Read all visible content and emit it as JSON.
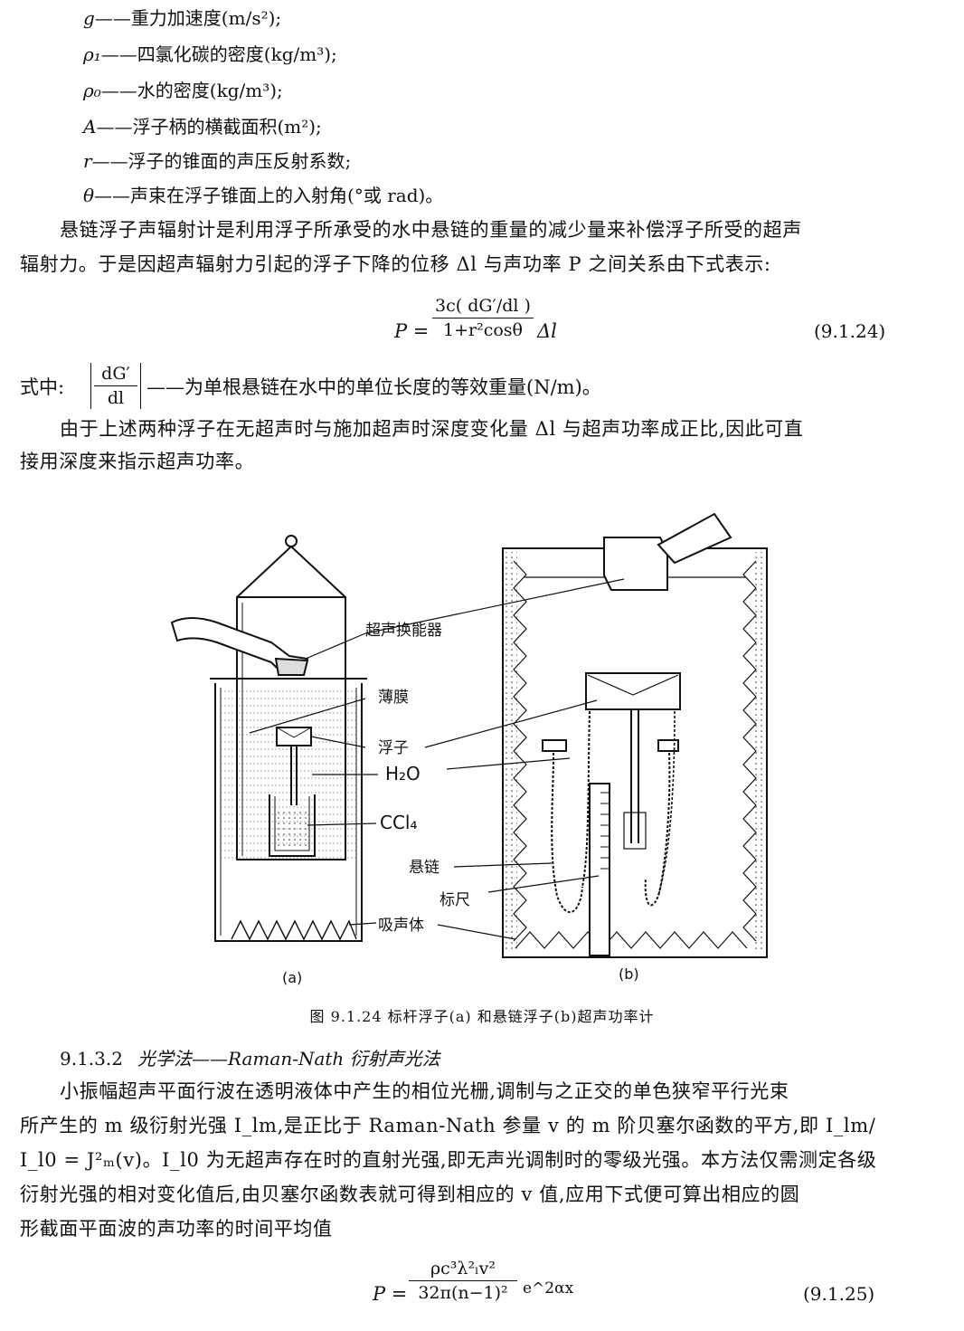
{
  "definitions": [
    {
      "sym": "g",
      "text": "——重力加速度(m/s²);"
    },
    {
      "sym": "ρ₁",
      "text": "——四氯化碳的密度(kg/m³);"
    },
    {
      "sym": "ρ₀",
      "text": "——水的密度(kg/m³);"
    },
    {
      "sym": "A",
      "text": "——浮子柄的横截面积(m²);"
    },
    {
      "sym": "r",
      "text": "——浮子的锥面的声压反射系数;"
    },
    {
      "sym": "θ",
      "text": "——声束在浮子锥面上的入射角(°或 rad)。"
    }
  ],
  "para1": [
    "悬链浮子声辐射计是利用浮子所承受的水中悬链的重量的减少量来补偿浮子所受的超声",
    "辐射力。于是因超声辐射力引起的浮子下降的位移 Δl 与声功率 P 之间关系由下式表示:"
  ],
  "eq24": {
    "lhs": "P =",
    "num": "3c( dG′/dl )",
    "den": "1+r²cosθ",
    "tail": "Δl",
    "number": "(9.1.24)"
  },
  "where": {
    "prefix": "式中:",
    "frac_num": "dG′",
    "frac_den": "dl",
    "text": "——为单根悬链在水中的单位长度的等效重量(N/m)。"
  },
  "para2": [
    "由于上述两种浮子在无超声时与施加超声时深度变化量 Δl 与超声功率成正比,因此可直",
    "接用深度来指示超声功率。"
  ],
  "figure": {
    "labels": {
      "transducer": "超声换能器",
      "membrane": "薄膜",
      "float": "浮子",
      "water": "H₂O",
      "ccl4": "CCl₄",
      "chain": "悬链",
      "scale": "标尺",
      "absorber": "吸声体"
    },
    "sub_a": "(a)",
    "sub_b": "(b)",
    "caption": "图 9.1.24  标杆浮子(a) 和悬链浮子(b)超声功率计"
  },
  "section": {
    "number": "9.1.3.2",
    "title": "光学法——Raman-Nath 衍射声光法"
  },
  "para3": [
    "小振幅超声平面行波在透明液体中产生的相位光栅,调制与之正交的单色狭窄平行光束",
    "所产生的 m 级衍射光强 I_lm,是正比于 Raman-Nath 参量 v 的 m 阶贝塞尔函数的平方,即 I_lm/",
    "I_l0 = J²ₘ(v)。I_l0 为无超声存在时的直射光强,即无声光调制时的零级光强。本方法仅需测定各级",
    "衍射光强的相对变化值后,由贝塞尔函数表就可得到相应的 v 值,应用下式便可算出相应的圆",
    "形截面平面波的声功率的时间平均值"
  ],
  "eq25": {
    "lhs": "P =",
    "num": "ρc³λ²ₗv²",
    "den": "32π(n−1)²",
    "tail": "e^2αx",
    "number": "(9.1.25)"
  }
}
